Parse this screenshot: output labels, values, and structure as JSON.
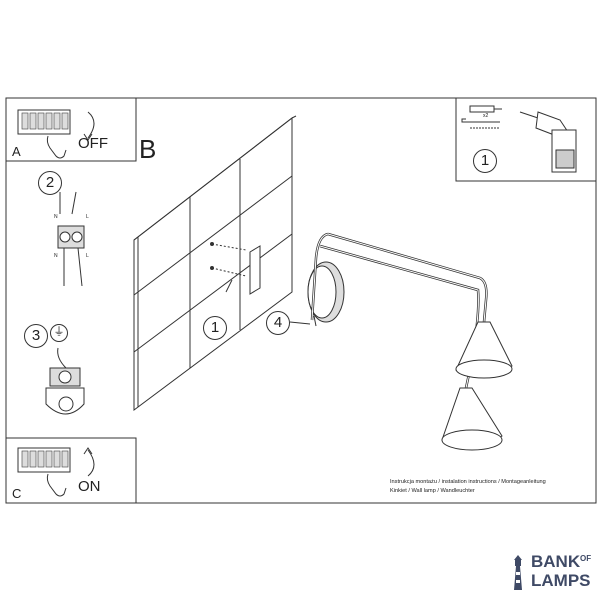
{
  "panels": {
    "a": {
      "letter": "A",
      "switch_label": "OFF"
    },
    "b": {
      "letter": "B"
    },
    "c": {
      "letter": "C",
      "switch_label": "ON"
    }
  },
  "steps": {
    "s1_top": "1",
    "s1_wall": "1",
    "s2": "2",
    "s3": "3",
    "s4": "4"
  },
  "kit": {
    "quantity": "x2"
  },
  "terminal": {
    "n1": "N",
    "l1": "L",
    "n2": "N",
    "l2": "L"
  },
  "caption": {
    "line1": "Instrukcja montażu / instalation instructions / Montageanleitung",
    "line2": "Kinkiet / Wall lamp / Wandleuchter"
  },
  "logo": {
    "line1": "BANK",
    "of": "OF",
    "line2": "LAMPS",
    "color": "#3f4a66"
  }
}
